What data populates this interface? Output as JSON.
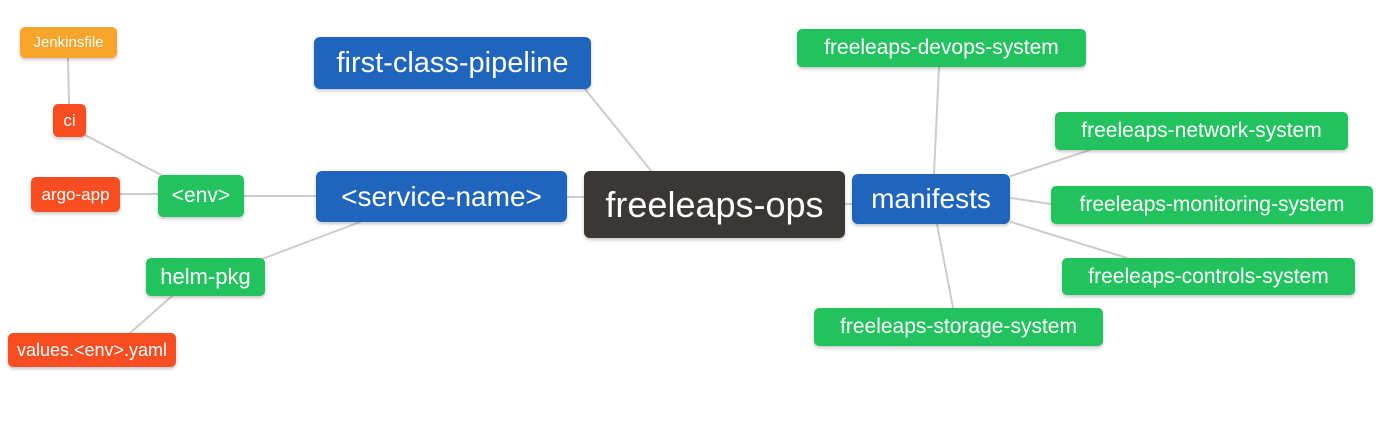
{
  "diagram": {
    "type": "mindmap",
    "root_label": "freeleaps-ops",
    "palette": {
      "root_dark": "#3b3735",
      "branch_blue": "#2065bd",
      "leaf_green": "#22c35e",
      "leaf_orange": "#f9a42a",
      "leaf_red_orange": "#fa4e22",
      "edge_gray": "#cccccc",
      "node_text": "#ffffff"
    },
    "nodes": [
      {
        "id": "jenkinsfile",
        "label": "Jenkinsfile",
        "color": "#f9a42a"
      },
      {
        "id": "ci",
        "label": "ci",
        "color": "#fa4e22"
      },
      {
        "id": "argo-app",
        "label": "argo-app",
        "color": "#fa4e22"
      },
      {
        "id": "env",
        "label": "<env>",
        "color": "#22c35e"
      },
      {
        "id": "helm-pkg",
        "label": "helm-pkg",
        "color": "#22c35e"
      },
      {
        "id": "values-env-yaml",
        "label": "values.<env>.yaml",
        "color": "#fa4e22"
      },
      {
        "id": "first-class-pipeline",
        "label": "first-class-pipeline",
        "color": "#2065bd"
      },
      {
        "id": "service-name",
        "label": "<service-name>",
        "color": "#2065bd"
      },
      {
        "id": "freeleaps-ops",
        "label": "freeleaps-ops",
        "color": "#3b3735"
      },
      {
        "id": "manifests",
        "label": "manifests",
        "color": "#2065bd"
      },
      {
        "id": "freeleaps-devops-system",
        "label": "freeleaps-devops-system",
        "color": "#22c35e"
      },
      {
        "id": "freeleaps-network-system",
        "label": "freeleaps-network-system",
        "color": "#22c35e"
      },
      {
        "id": "freeleaps-monitoring-system",
        "label": "freeleaps-monitoring-system",
        "color": "#22c35e"
      },
      {
        "id": "freeleaps-controls-system",
        "label": "freeleaps-controls-system",
        "color": "#22c35e"
      },
      {
        "id": "freeleaps-storage-system",
        "label": "freeleaps-storage-system",
        "color": "#22c35e"
      }
    ],
    "edges": [
      {
        "from": "jenkinsfile",
        "to": "ci"
      },
      {
        "from": "ci",
        "to": "env"
      },
      {
        "from": "argo-app",
        "to": "env"
      },
      {
        "from": "env",
        "to": "service-name"
      },
      {
        "from": "helm-pkg",
        "to": "service-name"
      },
      {
        "from": "values-env-yaml",
        "to": "helm-pkg"
      },
      {
        "from": "service-name",
        "to": "freeleaps-ops"
      },
      {
        "from": "first-class-pipeline",
        "to": "freeleaps-ops"
      },
      {
        "from": "manifests",
        "to": "freeleaps-ops"
      },
      {
        "from": "freeleaps-devops-system",
        "to": "manifests"
      },
      {
        "from": "freeleaps-network-system",
        "to": "manifests"
      },
      {
        "from": "freeleaps-monitoring-system",
        "to": "manifests"
      },
      {
        "from": "freeleaps-controls-system",
        "to": "manifests"
      },
      {
        "from": "freeleaps-storage-system",
        "to": "manifests"
      }
    ]
  }
}
